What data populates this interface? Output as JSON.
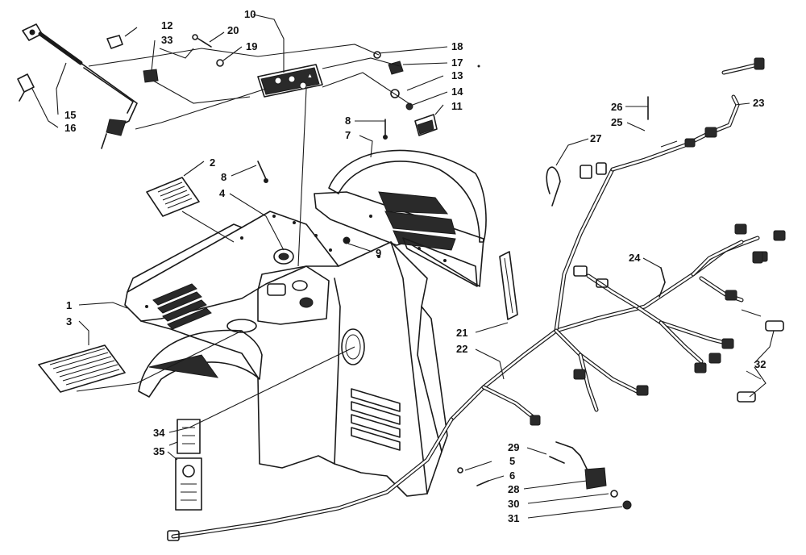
{
  "diagram": {
    "callouts": [
      {
        "id": "1",
        "label": "1"
      },
      {
        "id": "2",
        "label": "2"
      },
      {
        "id": "3",
        "label": "3"
      },
      {
        "id": "4",
        "label": "4"
      },
      {
        "id": "5",
        "label": "5"
      },
      {
        "id": "6",
        "label": "6"
      },
      {
        "id": "7",
        "label": "7"
      },
      {
        "id": "8a",
        "label": "8"
      },
      {
        "id": "8b",
        "label": "8"
      },
      {
        "id": "9",
        "label": "9"
      },
      {
        "id": "10",
        "label": "10"
      },
      {
        "id": "11",
        "label": "11"
      },
      {
        "id": "12",
        "label": "12"
      },
      {
        "id": "13",
        "label": "13"
      },
      {
        "id": "14",
        "label": "14"
      },
      {
        "id": "15",
        "label": "15"
      },
      {
        "id": "16",
        "label": "16"
      },
      {
        "id": "17",
        "label": "17"
      },
      {
        "id": "18",
        "label": "18"
      },
      {
        "id": "19",
        "label": "19"
      },
      {
        "id": "20",
        "label": "20"
      },
      {
        "id": "21",
        "label": "21"
      },
      {
        "id": "22",
        "label": "22"
      },
      {
        "id": "23",
        "label": "23"
      },
      {
        "id": "24",
        "label": "24"
      },
      {
        "id": "25",
        "label": "25"
      },
      {
        "id": "26",
        "label": "26"
      },
      {
        "id": "27",
        "label": "27"
      },
      {
        "id": "28",
        "label": "28"
      },
      {
        "id": "29",
        "label": "29"
      },
      {
        "id": "30",
        "label": "30"
      },
      {
        "id": "31",
        "label": "31"
      },
      {
        "id": "32",
        "label": "32"
      },
      {
        "id": "33",
        "label": "33"
      },
      {
        "id": "34",
        "label": "34"
      },
      {
        "id": "35",
        "label": "35"
      }
    ]
  }
}
